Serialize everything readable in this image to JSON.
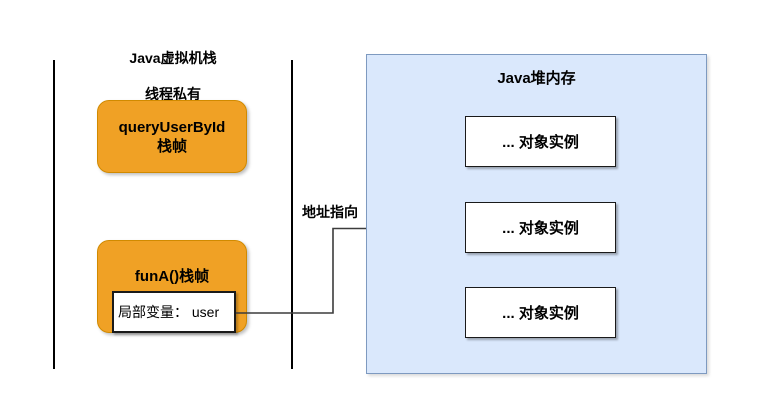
{
  "colors": {
    "orange_fill": "#F0A125",
    "orange_border": "#D18A00",
    "blue_fill": "#DAE8FC",
    "blue_border": "#7E9AC0",
    "box_border": "#1a1a1a",
    "line_color": "#000000",
    "arrow_color": "#3c3c3c"
  },
  "stack": {
    "title_line1": "Java虚拟机栈",
    "title_line2": "线程私有",
    "frames": [
      {
        "label_line1": "queryUserById",
        "label_line2": "栈帧"
      },
      {
        "label": "funA()栈帧",
        "local_var": "局部变量： user"
      }
    ]
  },
  "arrow": {
    "label": "地址指向"
  },
  "heap": {
    "title": "Java堆内存",
    "objects": [
      {
        "label": "... 对象实例"
      },
      {
        "label": "... 对象实例"
      },
      {
        "label": "... 对象实例"
      }
    ]
  }
}
